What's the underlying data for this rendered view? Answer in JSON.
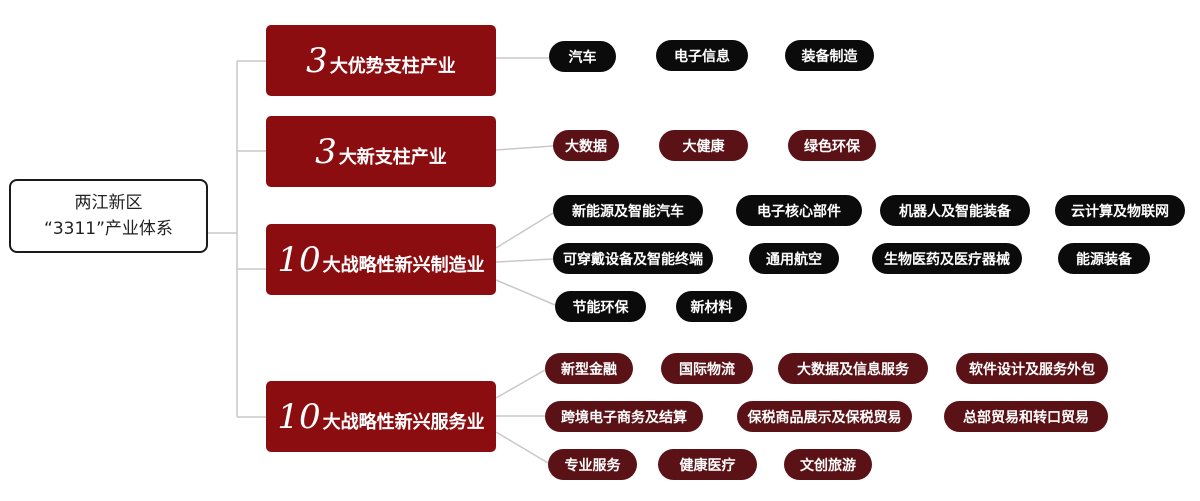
{
  "root": {
    "line1": "两江新区",
    "line2": "“3311”产业体系"
  },
  "categories": [
    {
      "num": "3",
      "text": "大优势支柱产业",
      "items": [
        "汽车",
        "电子信息",
        "装备制造"
      ]
    },
    {
      "num": "3",
      "text": "大新支柱产业",
      "items": [
        "大数据",
        "大健康",
        "绿色环保"
      ]
    },
    {
      "num": "10",
      "text": "大战略性新兴制造业",
      "items": [
        "新能源及智能汽车",
        "电子核心部件",
        "机器人及智能装备",
        "云计算及物联网",
        "可穿戴设备及智能终端",
        "通用航空",
        "生物医药及医疗器械",
        "能源装备",
        "节能环保",
        "新材料"
      ]
    },
    {
      "num": "10",
      "text": "大战略性新兴服务业",
      "items": [
        "新型金融",
        "国际物流",
        "大数据及信息服务",
        "软件设计及服务外包",
        "跨境电子商务及结算",
        "保税商品展示及保税贸易",
        "总部贸易和转口贸易",
        "专业服务",
        "健康医疗",
        "文创旅游"
      ]
    }
  ],
  "colors": {
    "category_bg": "#8b0d10",
    "chip_black": "#0b0b0b",
    "chip_maroon": "#5b1216",
    "connector": "#c9c9c9"
  }
}
